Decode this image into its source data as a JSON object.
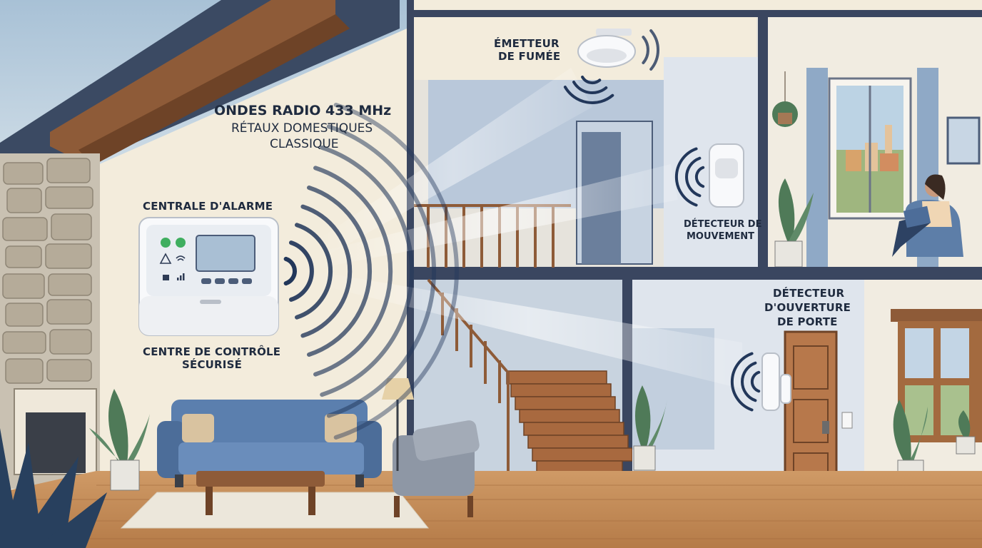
{
  "labels": {
    "radio_title": "ONDES RADIO 433 MHz",
    "radio_sub_1": "RÉTAUX DOMESTIQUES",
    "radio_sub_2": "CLASSIQUE",
    "central_title": "CENTRALE D'ALARME",
    "control_center_1": "CENTRE DE CONTRÔLE",
    "control_center_2": "SÉCURISÉ",
    "smoke_1": "ÉMETTEUR",
    "smoke_2": "DE FUMÉE",
    "motion_1": "DÉTECTEUR DE",
    "motion_2": "MOUVEMENT",
    "door_1": "DÉTECTEUR",
    "door_2": "D'OUVERTURE",
    "door_3": "DE PORTE"
  },
  "icons": [
    "alarm-panel-icon",
    "smoke-detector-icon",
    "motion-sensor-icon",
    "door-sensor-icon",
    "radio-wave-icon",
    "wifi-icon",
    "warning-icon",
    "lock-icon",
    "signal-bars-icon",
    "leaf-icon"
  ],
  "colors": {
    "wave": "#22375a",
    "wall": "#f3ecdc",
    "floor": "#d59f6a",
    "sofa": "#5b7fae",
    "frame": "#2f3c56",
    "accent_green": "#3fae5f"
  }
}
